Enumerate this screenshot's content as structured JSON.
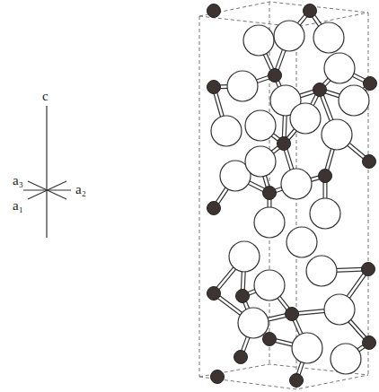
{
  "diagram": {
    "labels": [
      "c",
      "a₃",
      "a₂",
      "a₁"
    ]
  }
}
